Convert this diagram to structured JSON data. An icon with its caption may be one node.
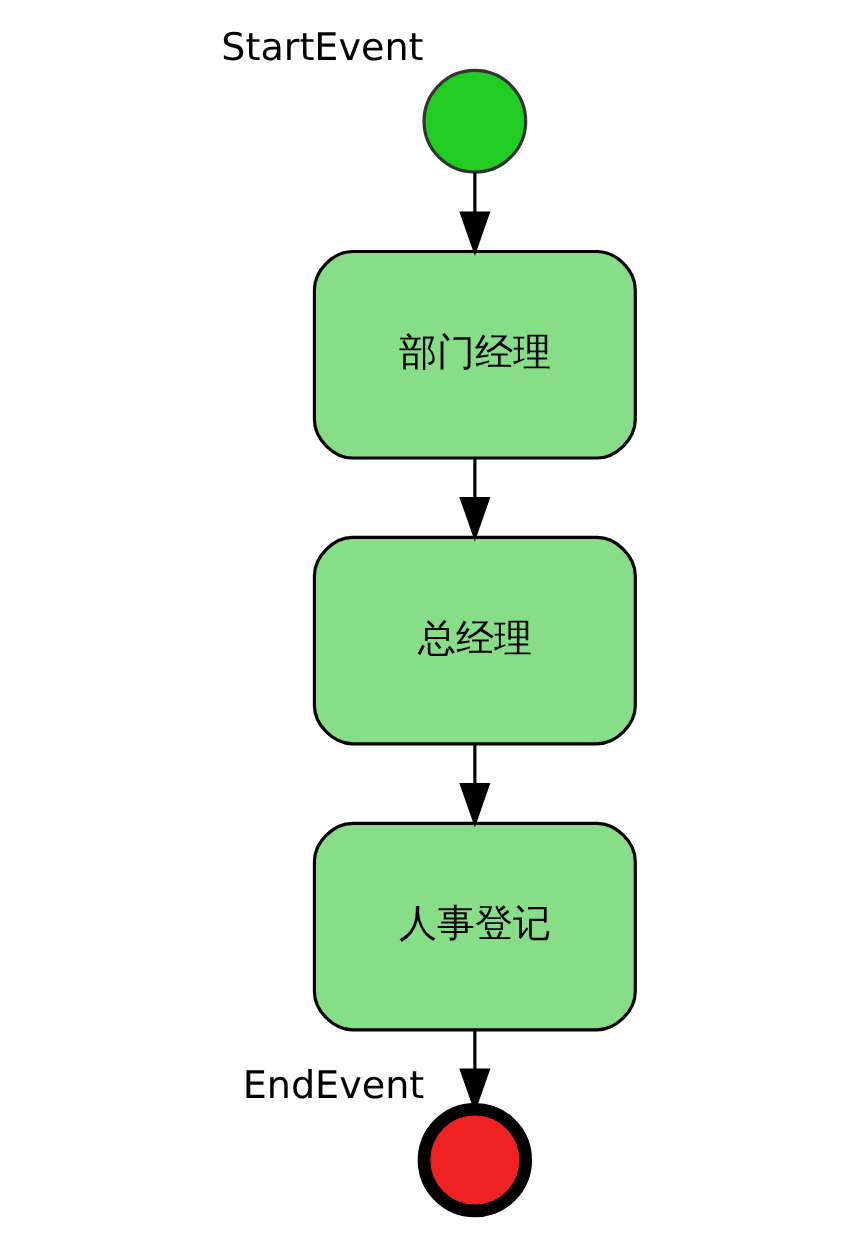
{
  "diagram": {
    "nodes": [
      {
        "text": [],
        "shape": "circle",
        "beside": [
          "StartEvent"
        ]
      },
      {
        "text": [
          "部门经理"
        ]
      },
      {
        "text": [
          "总经理"
        ]
      },
      {
        "text": [
          "人事登记"
        ]
      },
      {
        "text": [],
        "shape": "circle",
        "beside": [
          "EndEvent"
        ]
      }
    ],
    "edges": [
      {
        "from": 0,
        "to": 1,
        "arrow": "to"
      },
      {
        "from": 1,
        "to": 2,
        "arrow": "to"
      },
      {
        "from": 2,
        "to": 3,
        "arrow": "to"
      },
      {
        "from": 3,
        "to": 4,
        "arrow": "to"
      }
    ]
  }
}
